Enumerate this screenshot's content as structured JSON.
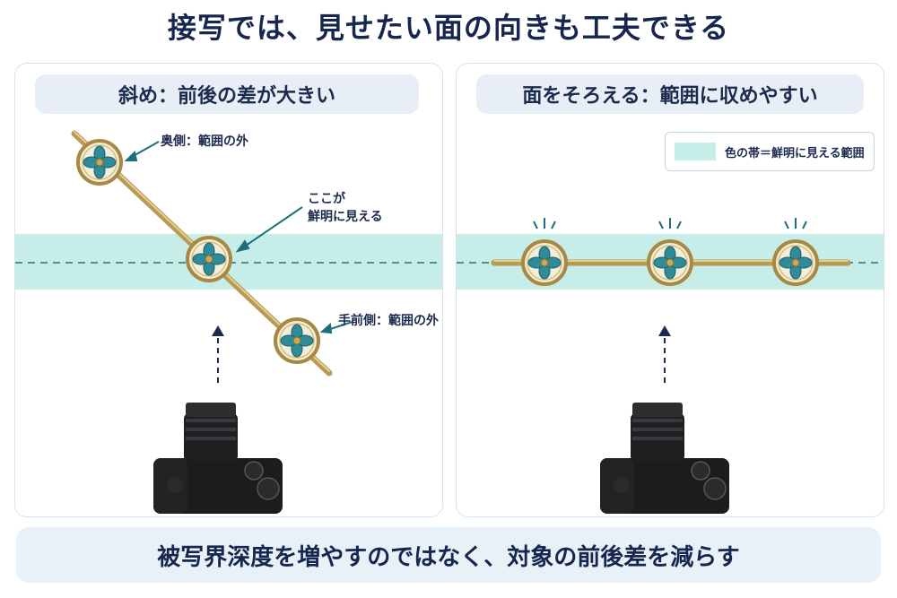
{
  "title": "接写では、見せたい面の向きも工夫できる",
  "left_panel": {
    "header": "斜め：前後の差が大きい",
    "labels": {
      "far": "奥側：範囲の外",
      "sharp_line1": "ここが",
      "sharp_line2": "鮮明に見える",
      "near": "手前側：範囲の外"
    }
  },
  "right_panel": {
    "header": "面をそろえる：範囲に収めやすい",
    "legend": "色の帯＝鮮明に見える範囲"
  },
  "footer": "被写界深度を増やすのではなく、対象の前後差を減らす",
  "colors": {
    "focus_band": "#c7ede9",
    "focus_line": "#2f6f78",
    "arrow": "#1e6f7c",
    "brass": "#b89a55",
    "flower": "#2f8b98",
    "camera": "#1c1c1e",
    "dashed_arrow": "#1b2a4e"
  }
}
